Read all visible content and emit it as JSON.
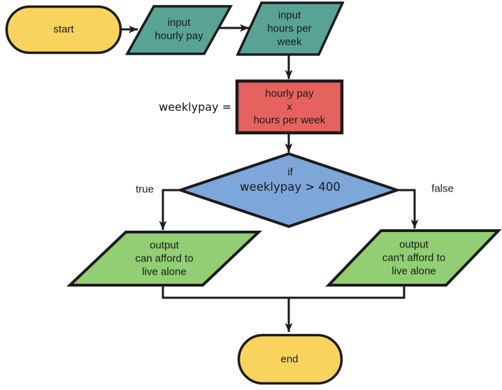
{
  "diagram": {
    "colors": {
      "stroke": "#1b1b1b",
      "terminator_fill": "#f8d45e",
      "input_fill": "#59a296",
      "process_fill": "#e5625f",
      "decision_fill": "#7da6db",
      "output_fill": "#92ce74"
    },
    "nodes": {
      "start": {
        "label": "start"
      },
      "input_hourly_pay": {
        "label": "input\nhourly pay"
      },
      "input_hours_per_week": {
        "label": "input\nhours per\nweek"
      },
      "process_weekly_pay": {
        "label": "hourly pay\nx\nhours per week"
      },
      "decision": {
        "keyword": "if",
        "condition": "weeklypay > 400"
      },
      "output_can_afford": {
        "label": "output\ncan afford to\nlive alone"
      },
      "output_cant_afford": {
        "label": "output\ncan't afford to\nlive alone"
      },
      "end": {
        "label": "end"
      }
    },
    "annotations": {
      "assignment": "weeklypay =",
      "true_label": "true",
      "false_label": "false"
    },
    "edges": [
      {
        "from": "start",
        "to": "input_hourly_pay"
      },
      {
        "from": "input_hourly_pay",
        "to": "input_hours_per_week"
      },
      {
        "from": "input_hours_per_week",
        "to": "process_weekly_pay"
      },
      {
        "from": "process_weekly_pay",
        "to": "decision"
      },
      {
        "from": "decision",
        "to": "output_can_afford",
        "label": "true"
      },
      {
        "from": "decision",
        "to": "output_cant_afford",
        "label": "false"
      },
      {
        "from": "output_can_afford",
        "to": "end"
      },
      {
        "from": "output_cant_afford",
        "to": "end"
      }
    ]
  }
}
